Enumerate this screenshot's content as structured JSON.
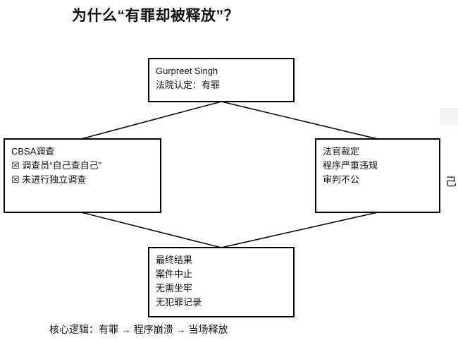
{
  "title": "为什么“有罪却被释放”？",
  "diagram": {
    "top_node": {
      "lines": [
        "Gurpreet Singh",
        "法院认定：有罪"
      ]
    },
    "left_node": {
      "lines": [
        "CBSA调查",
        "☒ 调查员“自己查自己”",
        "☒ 未进行独立调查"
      ]
    },
    "right_node": {
      "lines": [
        "法官裁定",
        "程序严重违规",
        "审判不公"
      ]
    },
    "bottom_node": {
      "lines": [
        "最终结果",
        "案件中止",
        "无需坐牢",
        "无犯罪记录"
      ]
    }
  },
  "footer": "核心逻辑：有罪 → 程序崩溃 → 当场释放",
  "stray_text": "己"
}
